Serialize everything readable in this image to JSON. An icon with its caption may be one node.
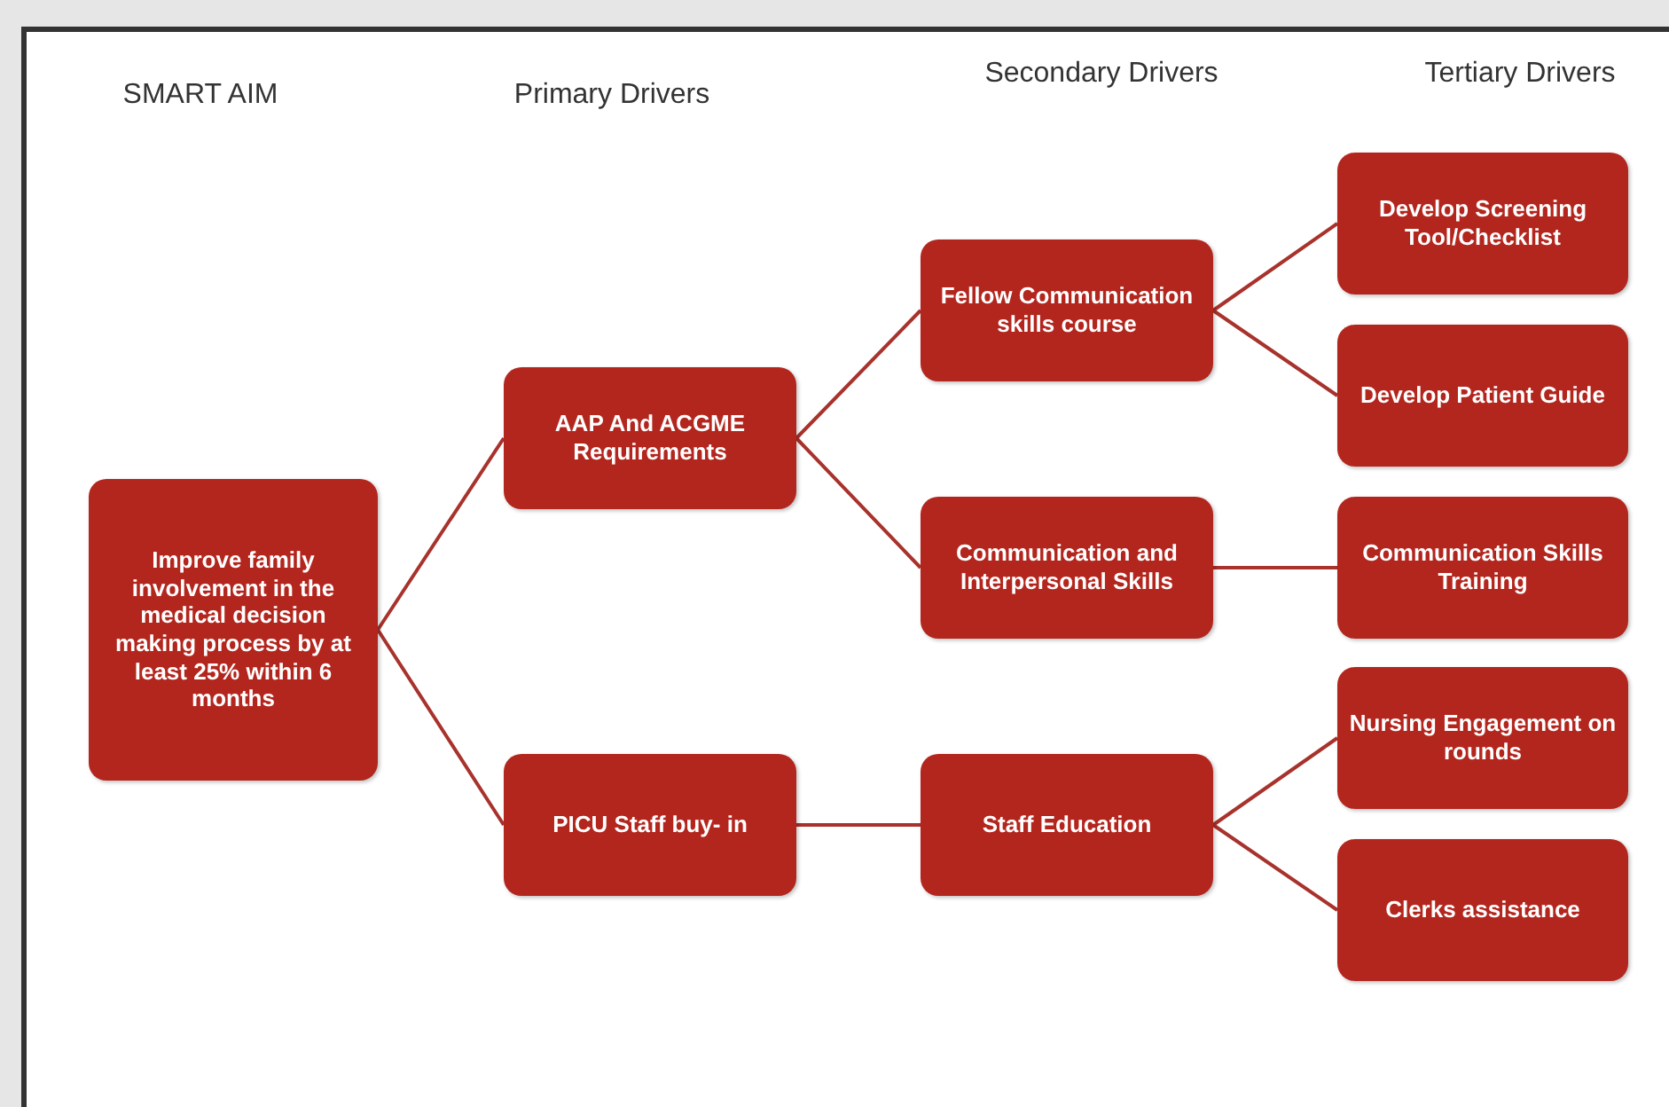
{
  "diagram": {
    "nodes": [
      {
        "text": [
          "Improve family involvement in the medical decision making process by at least 25% within 6 months"
        ]
      },
      {
        "text": [
          "AAP And ACGME Requirements"
        ]
      },
      {
        "text": [
          "PICU Staff buy- in"
        ]
      },
      {
        "text": [
          "Fellow Communication skills course"
        ]
      },
      {
        "text": [
          "Communication and  Interpersonal Skills"
        ]
      },
      {
        "text": [
          "Staff Education"
        ]
      },
      {
        "text": [
          "Develop Screening Tool/Checklist"
        ]
      },
      {
        "text": [
          "Develop Patient Guide"
        ]
      },
      {
        "text": [
          "Communication Skills Training"
        ]
      },
      {
        "text": [
          "Nursing Engagement on rounds"
        ]
      },
      {
        "text": [
          "Clerks assistance"
        ]
      }
    ],
    "edges": [
      {
        "from": 0,
        "to": 1,
        "arrow": "none"
      },
      {
        "from": 0,
        "to": 2,
        "arrow": "none"
      },
      {
        "from": 1,
        "to": 3,
        "arrow": "none"
      },
      {
        "from": 1,
        "to": 4,
        "arrow": "none"
      },
      {
        "from": 3,
        "to": 6,
        "arrow": "none"
      },
      {
        "from": 3,
        "to": 7,
        "arrow": "none"
      },
      {
        "from": 4,
        "to": 8,
        "arrow": "none"
      },
      {
        "from": 2,
        "to": 5,
        "arrow": "none"
      },
      {
        "from": 5,
        "to": 9,
        "arrow": "none"
      },
      {
        "from": 5,
        "to": 10,
        "arrow": "none"
      }
    ],
    "labels": [
      "SMART AIM",
      "Primary Drivers",
      "Secondary Drivers",
      "Tertiary Drivers"
    ]
  }
}
